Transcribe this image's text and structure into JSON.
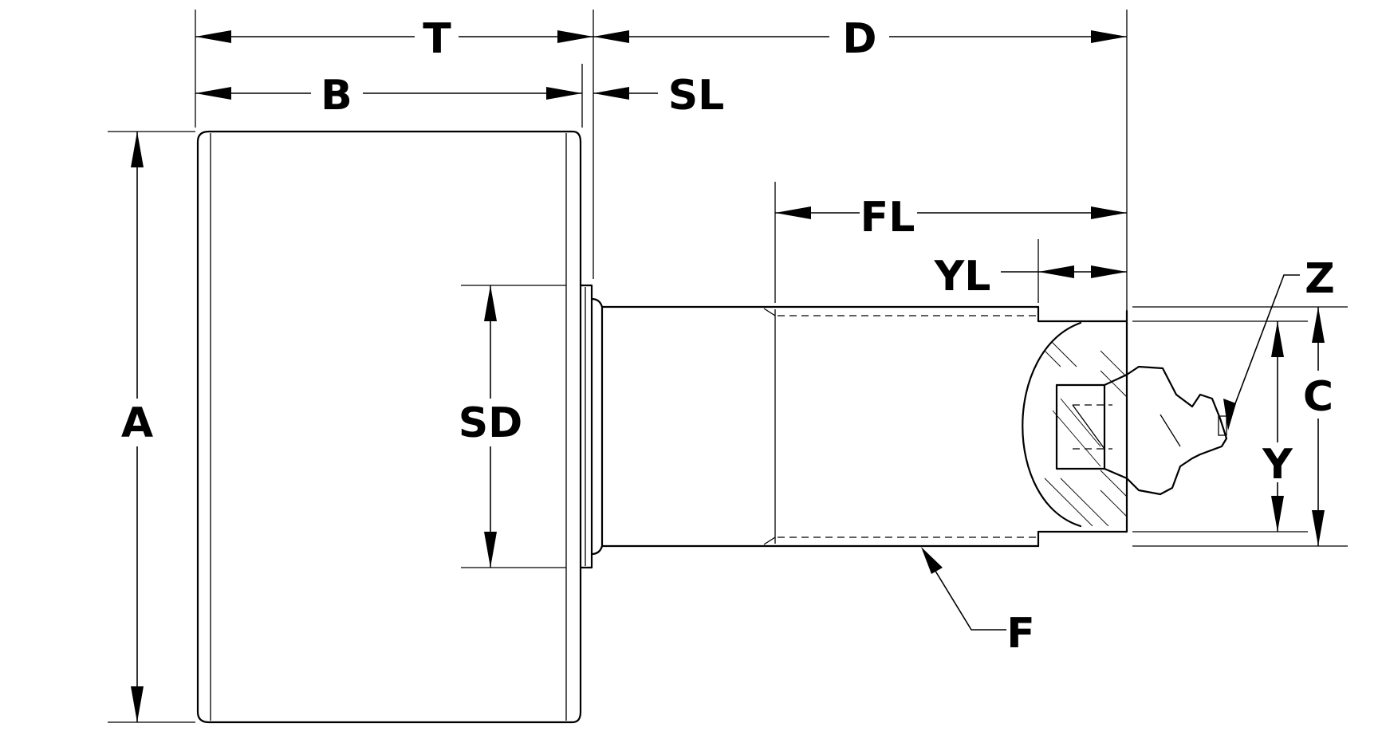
{
  "drawing": {
    "line_color": "#000000",
    "background_color": "#ffffff",
    "labels": {
      "T": "T",
      "D": "D",
      "B": "B",
      "SL": "SL",
      "A": "A",
      "SD": "SD",
      "FL": "FL",
      "YL": "YL",
      "Z": "Z",
      "C": "C",
      "Y": "Y",
      "F": "F"
    }
  }
}
